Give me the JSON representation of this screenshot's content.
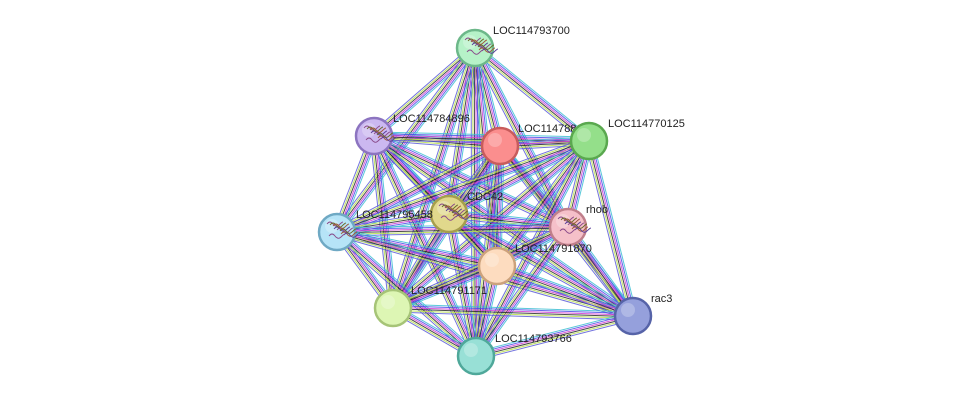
{
  "nodes": [
    {
      "id": "LOC114793700",
      "label": "LOC114793700",
      "color": "#b6f2c8",
      "stroke": "#6db88a",
      "structure": true
    },
    {
      "id": "LOC114784896",
      "label": "LOC114784896",
      "color": "#cbb8f0",
      "stroke": "#8c74c0",
      "structure": true
    },
    {
      "id": "LOC11478xxxx",
      "label": "LOC114788445",
      "color": "#fb8e8e",
      "stroke": "#c85c5c",
      "structure": false
    },
    {
      "id": "LOC114770125",
      "label": "LOC114770125",
      "color": "#94df8a",
      "stroke": "#5aa84f",
      "structure": false
    },
    {
      "id": "CDC42",
      "label": "CDC42",
      "color": "#e1d88c",
      "stroke": "#a69e4c",
      "structure": true
    },
    {
      "id": "LOC114795458",
      "label": "LOC114795458",
      "color": "#b6e4f7",
      "stroke": "#6fa9c4",
      "structure": true
    },
    {
      "id": "rhob",
      "label": "rhob",
      "color": "#f5c0c9",
      "stroke": "#c07f8b",
      "structure": true
    },
    {
      "id": "LOC11479xx70",
      "label": "LOC114791870",
      "color": "#fddcbf",
      "stroke": "#cca27c",
      "structure": false
    },
    {
      "id": "LOC114791171",
      "label": "LOC114791171",
      "color": "#ddf6b4",
      "stroke": "#a6c477",
      "structure": false
    },
    {
      "id": "rac3",
      "label": "rac3",
      "color": "#95a0dc",
      "stroke": "#5663a8",
      "structure": false
    },
    {
      "id": "LOC114793766",
      "label": "LOC114793766",
      "color": "#98e0d6",
      "stroke": "#4fa89a",
      "structure": false
    }
  ],
  "edge_colors": [
    "#3cbed2",
    "#4a4ae8",
    "#d23cd2",
    "#2a2a2a",
    "#b8e04a",
    "#5a5ad8"
  ],
  "edges": [
    [
      "LOC114793700",
      "LOC114784896"
    ],
    [
      "LOC114793700",
      "LOC11478xxxx"
    ],
    [
      "LOC114793700",
      "LOC114770125"
    ],
    [
      "LOC114793700",
      "CDC42"
    ],
    [
      "LOC114793700",
      "LOC114795458"
    ],
    [
      "LOC114793700",
      "rhob"
    ],
    [
      "LOC114793700",
      "LOC11479xx70"
    ],
    [
      "LOC114793700",
      "LOC114791171"
    ],
    [
      "LOC114793700",
      "LOC114793766"
    ],
    [
      "LOC114784896",
      "LOC11478xxxx"
    ],
    [
      "LOC114784896",
      "LOC114770125"
    ],
    [
      "LOC114784896",
      "CDC42"
    ],
    [
      "LOC114784896",
      "LOC114795458"
    ],
    [
      "LOC114784896",
      "rhob"
    ],
    [
      "LOC114784896",
      "LOC11479xx70"
    ],
    [
      "LOC114784896",
      "LOC114791171"
    ],
    [
      "LOC114784896",
      "LOC114793766"
    ],
    [
      "LOC114784896",
      "rac3"
    ],
    [
      "LOC11478xxxx",
      "LOC114770125"
    ],
    [
      "LOC11478xxxx",
      "CDC42"
    ],
    [
      "LOC11478xxxx",
      "LOC114795458"
    ],
    [
      "LOC11478xxxx",
      "rhob"
    ],
    [
      "LOC11478xxxx",
      "LOC11479xx70"
    ],
    [
      "LOC11478xxxx",
      "LOC114791171"
    ],
    [
      "LOC11478xxxx",
      "LOC114793766"
    ],
    [
      "LOC11478xxxx",
      "rac3"
    ],
    [
      "LOC114770125",
      "CDC42"
    ],
    [
      "LOC114770125",
      "LOC114795458"
    ],
    [
      "LOC114770125",
      "rhob"
    ],
    [
      "LOC114770125",
      "LOC11479xx70"
    ],
    [
      "LOC114770125",
      "LOC114791171"
    ],
    [
      "LOC114770125",
      "LOC114793766"
    ],
    [
      "LOC114770125",
      "rac3"
    ],
    [
      "CDC42",
      "LOC114795458"
    ],
    [
      "CDC42",
      "rhob"
    ],
    [
      "CDC42",
      "LOC11479xx70"
    ],
    [
      "CDC42",
      "LOC114791171"
    ],
    [
      "CDC42",
      "LOC114793766"
    ],
    [
      "CDC42",
      "rac3"
    ],
    [
      "LOC114795458",
      "rhob"
    ],
    [
      "LOC114795458",
      "LOC11479xx70"
    ],
    [
      "LOC114795458",
      "LOC114791171"
    ],
    [
      "LOC114795458",
      "LOC114793766"
    ],
    [
      "LOC114795458",
      "rac3"
    ],
    [
      "rhob",
      "LOC11479xx70"
    ],
    [
      "rhob",
      "LOC114791171"
    ],
    [
      "rhob",
      "LOC114793766"
    ],
    [
      "rhob",
      "rac3"
    ],
    [
      "LOC11479xx70",
      "LOC114791171"
    ],
    [
      "LOC11479xx70",
      "LOC114793766"
    ],
    [
      "LOC11479xx70",
      "rac3"
    ],
    [
      "LOC114791171",
      "LOC114793766"
    ],
    [
      "LOC114791171",
      "rac3"
    ],
    [
      "LOC114793766",
      "rac3"
    ]
  ]
}
